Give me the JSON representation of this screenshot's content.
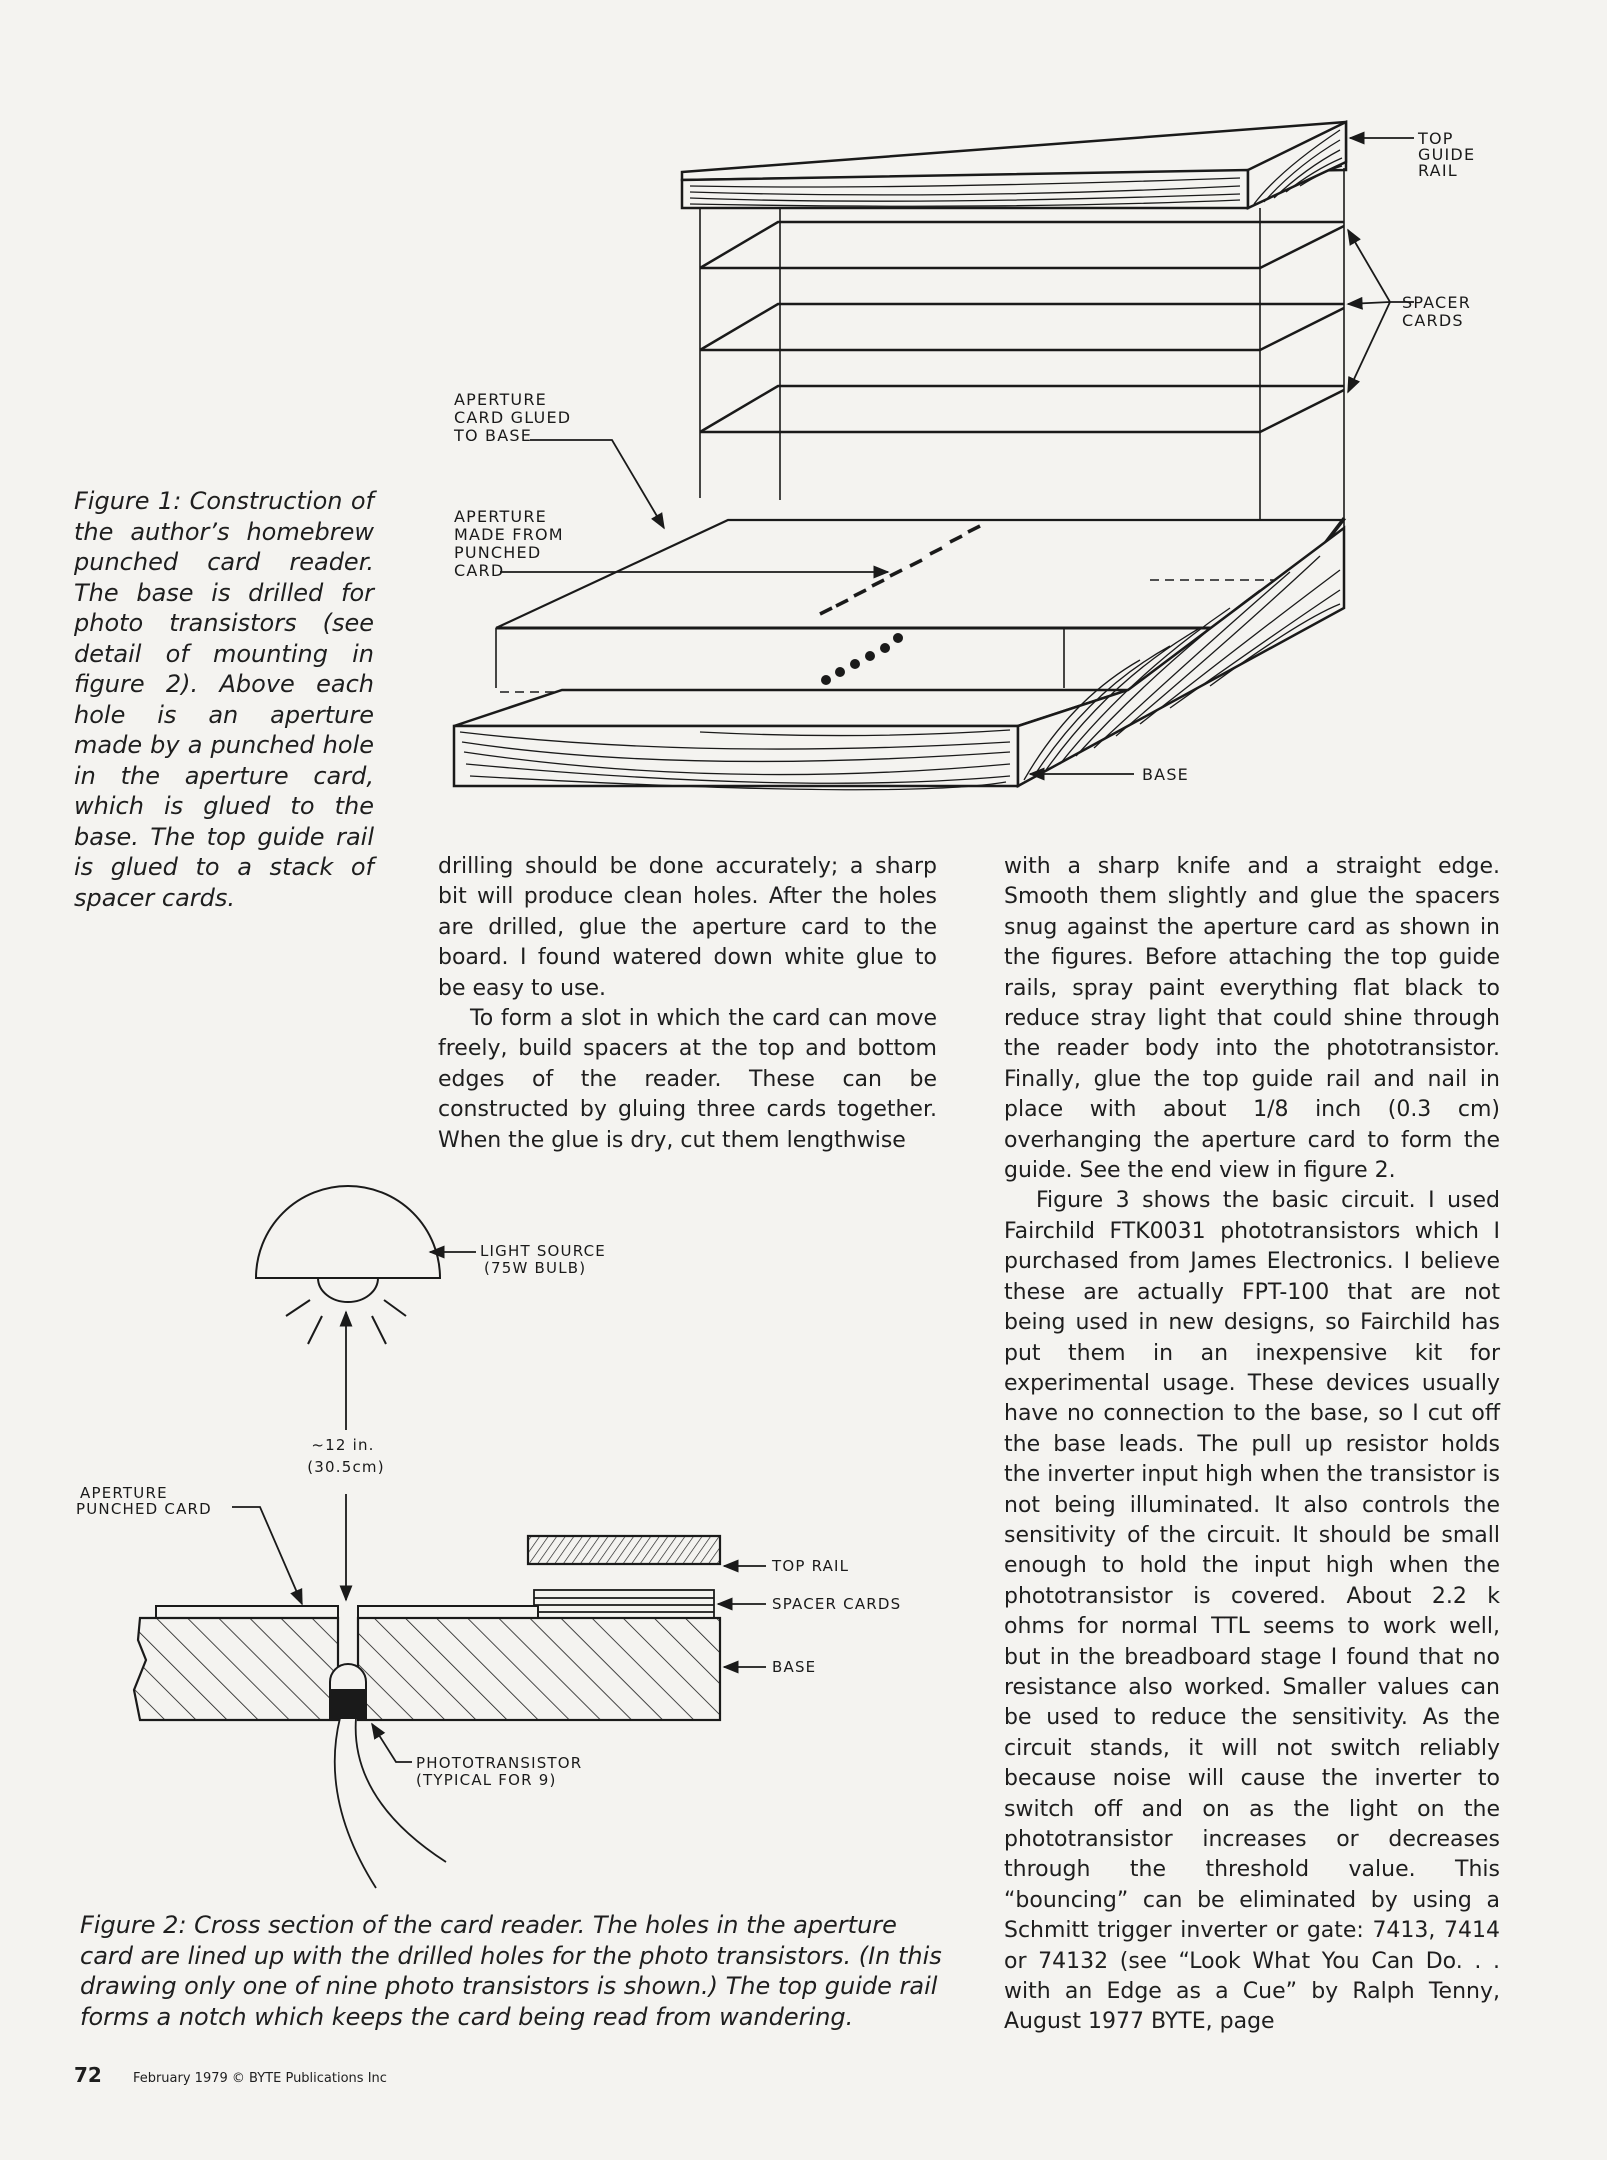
{
  "figure1": {
    "labels": {
      "top_guide_rail": [
        "TOP",
        "GUIDE",
        "RAIL"
      ],
      "spacer_cards": [
        "SPACER",
        "CARDS"
      ],
      "aperture_card_glued": [
        "APERTURE",
        "CARD GLUED",
        "TO BASE"
      ],
      "aperture_made": [
        "APERTURE",
        "MADE FROM",
        "PUNCHED",
        "CARD"
      ],
      "base": "BASE"
    },
    "caption": "Figure 1: Construction of the author’s homebrew punched card reader. The base is drilled for photo transistors (see detail of mounting in figure 2). Above each hole is an aperture made by a punched hole in the aperture card, which is glued to the base. The top guide rail is glued to a stack of spacer cards."
  },
  "figure2": {
    "labels": {
      "light_source": [
        "LIGHT SOURCE",
        "(75W BULB)"
      ],
      "distance": [
        "~12 in.",
        "(30.5cm)"
      ],
      "aperture_punched_card": [
        "APERTURE",
        "PUNCHED CARD"
      ],
      "top_rail": "TOP RAIL",
      "spacer_cards": "SPACER CARDS",
      "base": "BASE",
      "phototransistor": [
        "PHOTOTRANSISTOR",
        "(TYPICAL FOR 9)"
      ]
    },
    "caption": "Figure 2: Cross section of the card reader. The holes in the aperture card are lined up with the drilled holes for the photo transistors. (In this drawing only one of nine photo transistors is shown.) The top guide rail forms a notch which keeps the card being read from wandering."
  },
  "body": {
    "col1": [
      "drilling should be done accurately; a sharp bit will produce clean holes. After the holes are drilled, glue the aperture card to the board. I found watered down white glue to be easy to use.",
      "To form a slot in which the card can move freely, build spacers at the top and bottom edges of the reader. These can be constructed by gluing three cards together. When the glue is dry, cut them lengthwise"
    ],
    "col2": [
      "with a sharp knife and a straight edge. Smooth them slightly and glue the spacers snug against the aperture card as shown in the figures. Before attaching the top guide rails, spray paint everything flat black to reduce stray light that could shine through the reader body into the phototransistor. Finally, glue the top guide rail and nail in place with about 1/8 inch (0.3 cm) overhanging the aperture card to form the guide. See the end view in figure 2.",
      "Figure 3 shows the basic circuit. I used Fairchild FTK0031 phototransistors which I purchased from James Electronics. I believe these are actually FPT-100 that are not being used in new designs, so Fairchild has put them in an inexpensive kit for experimental usage. These devices usually have no connection to the base, so I cut off the base leads. The pull up resistor holds the inverter input high when the transistor is not being illuminated. It also controls the sensitivity of the circuit. It should be small enough to hold the input high when the phototransistor is covered. About 2.2 k ohms for normal TTL seems to work well, but in the breadboard stage I found that no resistance also worked. Smaller values can be used to reduce the sensitivity. As the circuit stands, it will not switch reliably because noise will cause the inverter to switch off and on as the light on the phototransistor increases or decreases through the threshold value. This “bouncing” can be eliminated by using a Schmitt trigger inverter or gate: 7413, 7414 or 74132 (see “Look What You Can Do. . . with an Edge as a Cue” by Ralph Tenny, August 1977 BYTE, page"
    ]
  },
  "footer": {
    "page_number": "72",
    "credit": "February 1979 © BYTE Publications Inc"
  }
}
